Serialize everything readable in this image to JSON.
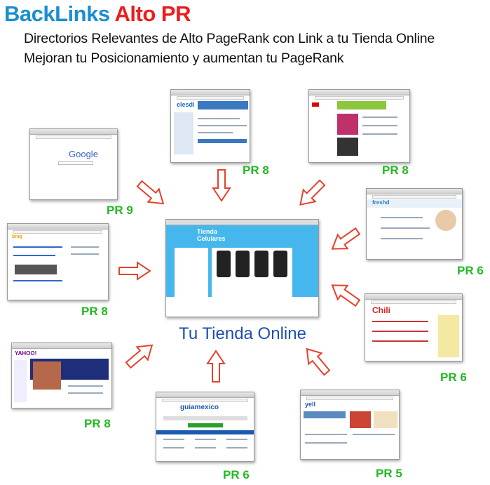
{
  "header": {
    "title_part1": "BackLinks",
    "title_part2": "Alto PR",
    "subtitle_line1": "Directorios Relevantes de Alto PageRank con Link a tu Tienda Online",
    "subtitle_line2": "Mejoran tu Posicionamiento y aumentan tu PageRank"
  },
  "center": {
    "brand": "Tienda Celulares",
    "label": "Tu Tienda Online"
  },
  "sites": [
    {
      "brand": "Google",
      "pr": "PR 9"
    },
    {
      "brand": "elesdi",
      "pr": "PR 8"
    },
    {
      "brand": "",
      "pr": "PR 8"
    },
    {
      "brand": "freshd",
      "pr": "PR 6"
    },
    {
      "brand": "bing",
      "pr": "PR 8"
    },
    {
      "brand": "Chili",
      "pr": "PR 6"
    },
    {
      "brand": "YAHOO!",
      "pr": "PR 8"
    },
    {
      "brand": "guiamexico",
      "pr": "PR 6"
    },
    {
      "brand": "yell",
      "pr": "PR 5"
    }
  ],
  "colors": {
    "title_blue": "#1a8fd0",
    "title_red": "#ee1c1c",
    "pr_green": "#22b922",
    "arrow_red": "#e8402a",
    "label_blue": "#1f4fae"
  }
}
